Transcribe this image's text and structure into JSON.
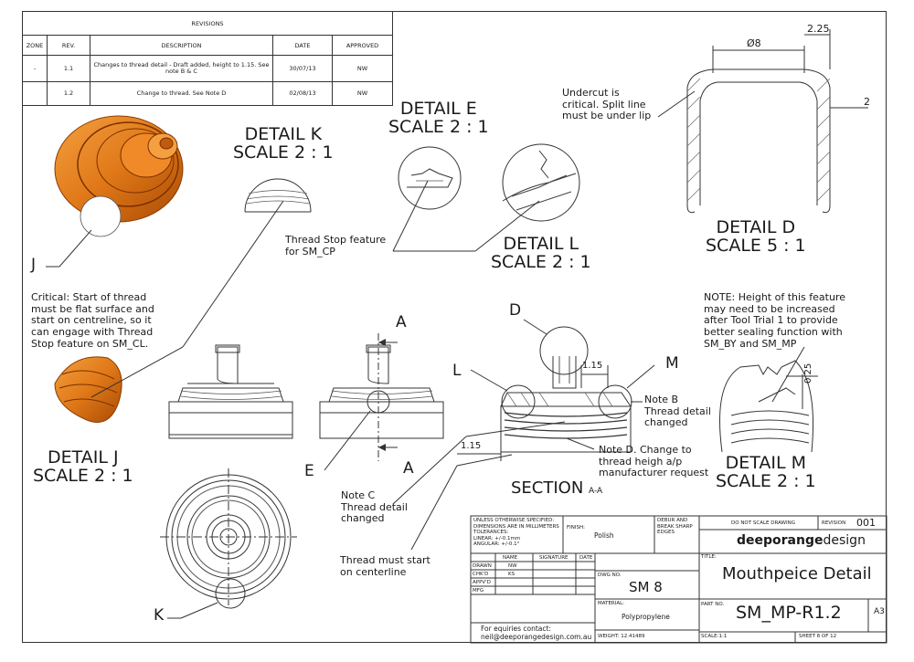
{
  "revisions": {
    "title": "REVISIONS",
    "headers": [
      "ZONE",
      "REV.",
      "DESCRIPTION",
      "DATE",
      "APPROVED"
    ],
    "rows": [
      {
        "zone": "-",
        "rev": "1.1",
        "description": "Changes to thread detail - Draft added, height to 1.15. See note B & C",
        "date": "30/07/13",
        "approved": "NW"
      },
      {
        "zone": "",
        "rev": "1.2",
        "description": "Change to thread. See Note D",
        "date": "02/08/13",
        "approved": "NW"
      }
    ]
  },
  "details": {
    "k": {
      "title": "DETAIL K",
      "scale": "SCALE 2 : 1"
    },
    "e": {
      "title": "DETAIL E",
      "scale": "SCALE 2 : 1"
    },
    "l": {
      "title": "DETAIL L",
      "scale": "SCALE 2 : 1"
    },
    "d": {
      "title": "DETAIL D",
      "scale": "SCALE 5 : 1"
    },
    "j": {
      "title": "DETAIL J",
      "scale": "SCALE 2 : 1"
    },
    "m": {
      "title": "DETAIL M",
      "scale": "SCALE 2 : 1"
    }
  },
  "section": {
    "title": "SECTION",
    "suffix": "A-A"
  },
  "notes": {
    "undercut": "Undercut is\ncritical. Split line\nmust be under lip",
    "thread_stop": "Thread Stop feature\nfor SM_CP",
    "critical": "Critical: Start of thread\nmust be flat surface and\nstart on centreline, so  it\ncan engage with Thread\nStop feature on SM_CL.",
    "height": "NOTE: Height of this feature\nmay need to be increased\nafter Tool Trial 1 to provide\nbetter sealing function with\nSM_BY and SM_MP",
    "note_b": "Note B\nThread detail\nchanged",
    "note_d": "Note D. Change to\nthread heigh a/p\nmanufacturer request",
    "note_c": "Note C\nThread detail\nchanged",
    "thread_start": "Thread must start\non centerline"
  },
  "labels": {
    "j": "J",
    "k": "K",
    "a_top": "A",
    "a_bottom": "A",
    "e": "E",
    "d": "D",
    "l": "L",
    "m": "M"
  },
  "dimensions": {
    "dia": "Ø8",
    "d225": "2.25",
    "d2": "2",
    "d115a": "1.15",
    "d115b": "1.15",
    "d025": "0.25"
  },
  "title_block": {
    "tolerances": "UNLESS OTHERWISE SPECIFIED:\nDIMENSIONS ARE IN MILLIMETERS\nTOLERANCES:\n  LINEAR: +/-0.1mm\n  ANGULAR: +/-0.1°",
    "finish_label": "FINISH:",
    "finish": "Polish",
    "deburr": "DEBUR AND\nBREAK SHARP\nEDGES",
    "do_not_scale": "DO NOT SCALE DRAWING",
    "revision_label": "REVISION",
    "revision": "001",
    "company": "deeporange",
    "company_suffix": "design",
    "name_label": "NAME",
    "signature_label": "SIGNATURE",
    "date_label": "DATE",
    "rows": [
      "DRAWN",
      "CHK'D",
      "APPV'D",
      "MFG"
    ],
    "drawn_name": "NW",
    "chkd_name": "KS",
    "title_label": "TITLE:",
    "title": "Mouthpeice Detail",
    "dwg_label": "DWG NO.",
    "dwg": "SM 8",
    "material_label": "MATERIAL:",
    "material": "Polypropylene",
    "part_label": "PART NO.",
    "part": "SM_MP-R1.2",
    "size": "A3",
    "contact": "For equiries contact:\nneil@deeporangedesign.com.au",
    "weight": "WEIGHT: 12.41489",
    "scale": "SCALE:1:1",
    "sheet": "SHEET 8 OF 12"
  }
}
